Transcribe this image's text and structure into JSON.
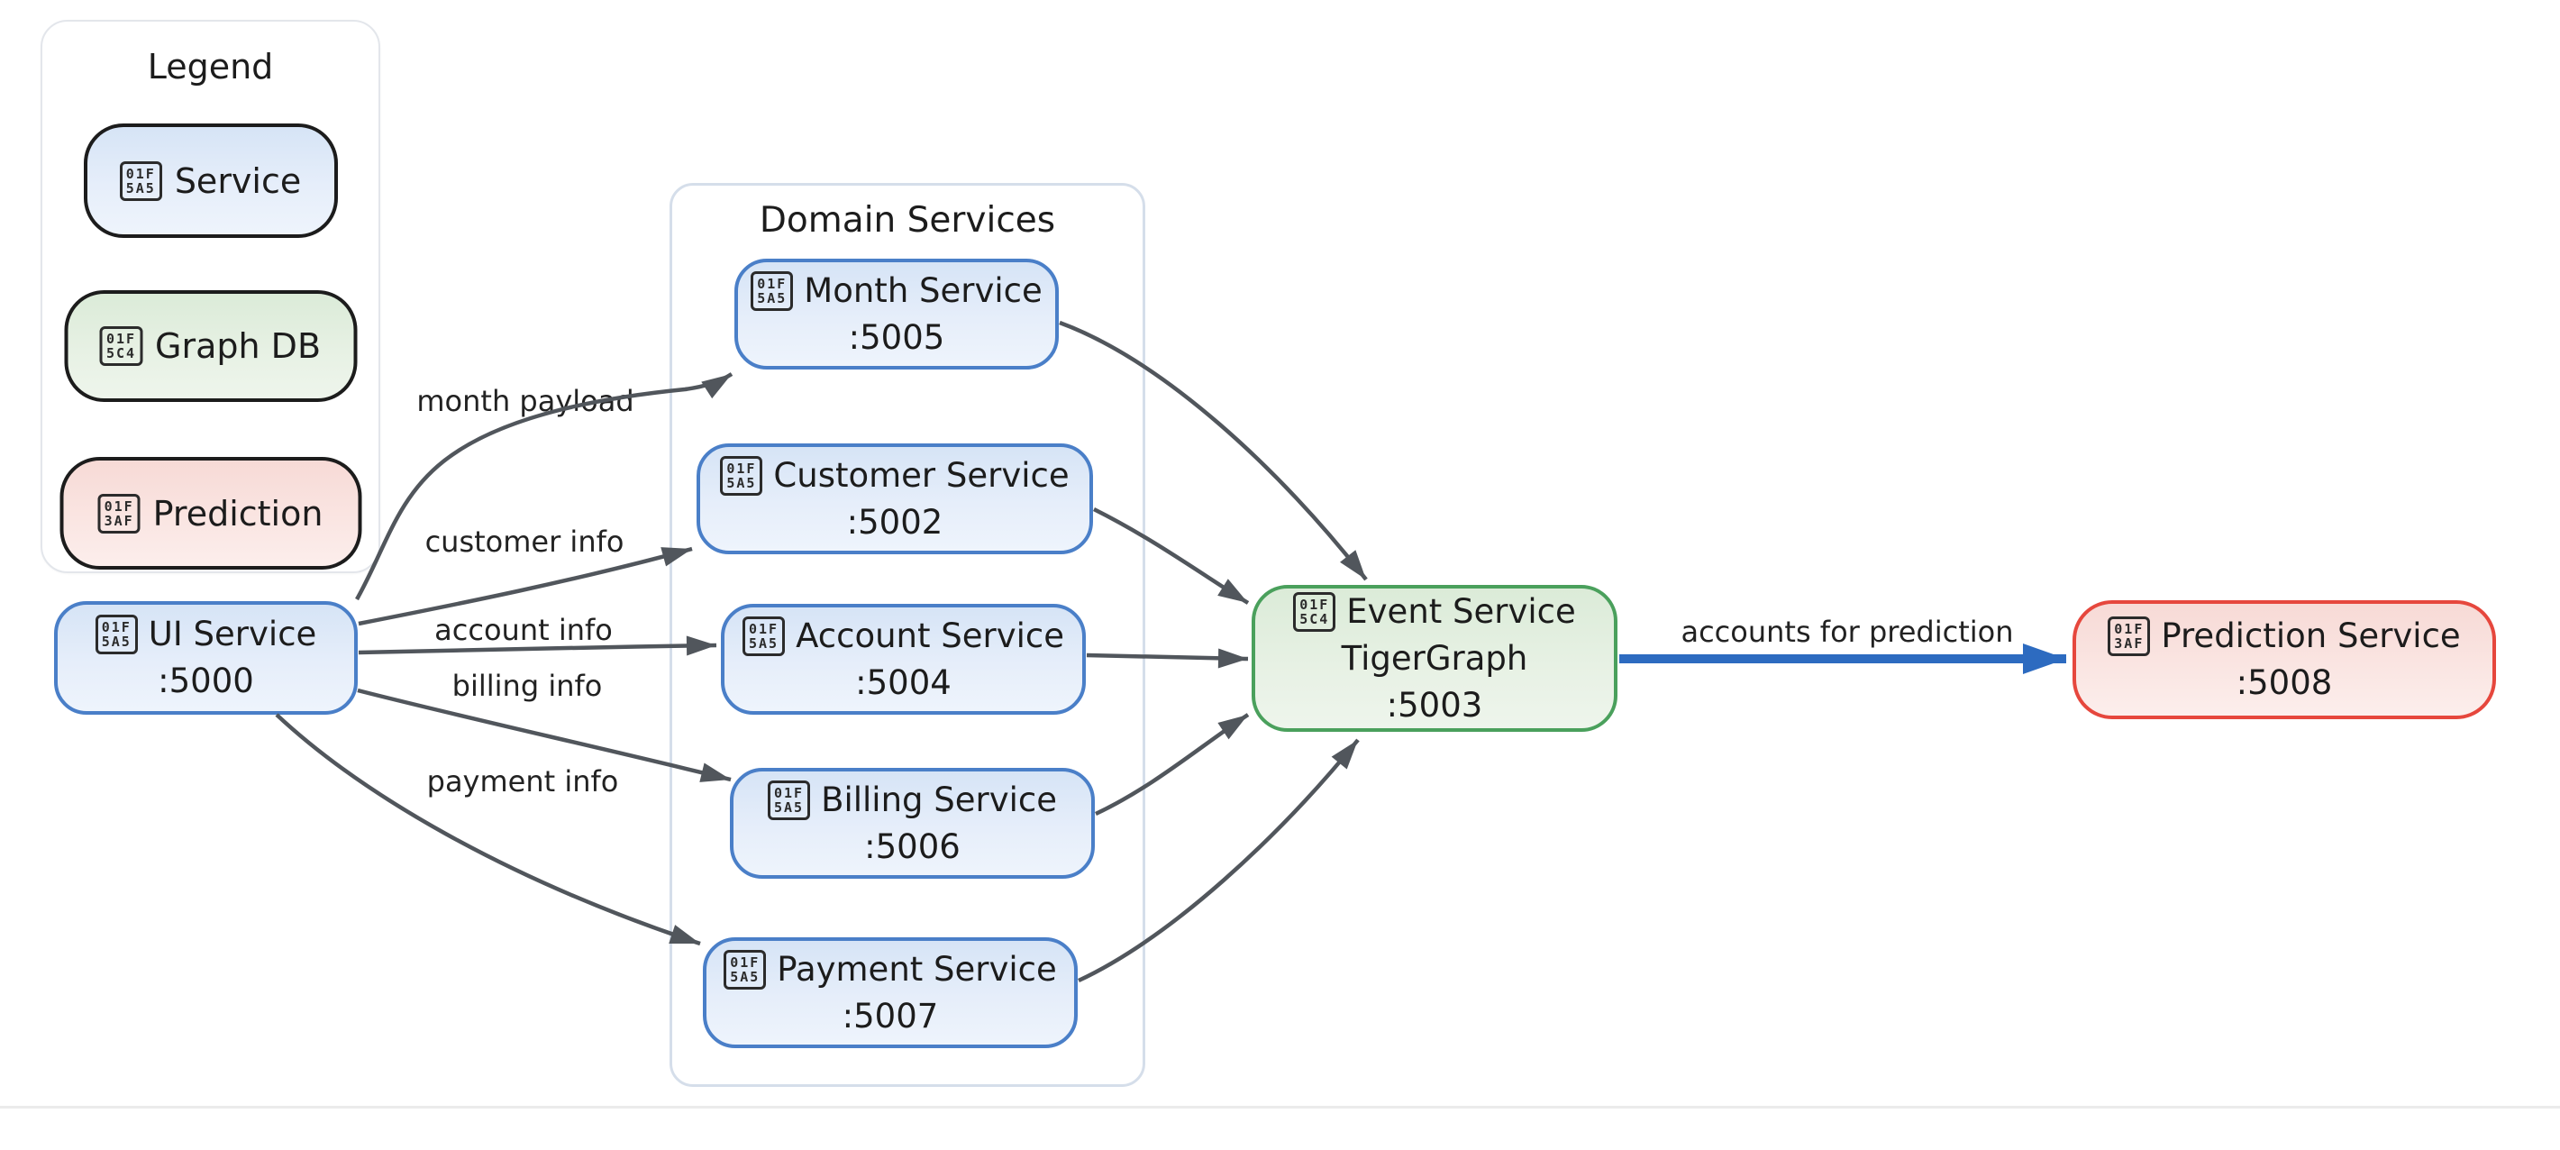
{
  "diagram": {
    "legend": {
      "title": "Legend",
      "items": [
        {
          "label": "Service",
          "icon": "desktop-computer-emoji-tofu",
          "tofu": [
            "01F",
            "5A5"
          ],
          "color": "#4a7fc8"
        },
        {
          "label": "Graph DB",
          "icon": "file-cabinet-emoji-tofu",
          "tofu": [
            "01F",
            "5C4"
          ],
          "color": "#4aa05c"
        },
        {
          "label": "Prediction",
          "icon": "target-emoji-tofu",
          "tofu": [
            "01F",
            "3AF"
          ],
          "color": "#e6473d"
        }
      ]
    },
    "cluster": {
      "title": "Domain Services"
    },
    "nodes": {
      "ui": {
        "name": "UI Service",
        "port": ":5000",
        "tofu": [
          "01F",
          "5A5"
        ]
      },
      "month": {
        "name": "Month Service",
        "port": ":5005",
        "tofu": [
          "01F",
          "5A5"
        ]
      },
      "customer": {
        "name": "Customer Service",
        "port": ":5002",
        "tofu": [
          "01F",
          "5A5"
        ]
      },
      "account": {
        "name": "Account Service",
        "port": ":5004",
        "tofu": [
          "01F",
          "5A5"
        ]
      },
      "billing": {
        "name": "Billing Service",
        "port": ":5006",
        "tofu": [
          "01F",
          "5A5"
        ]
      },
      "payment": {
        "name": "Payment Service",
        "port": ":5007",
        "tofu": [
          "01F",
          "5A5"
        ]
      },
      "event": {
        "name": "Event Service",
        "subtitle": "TigerGraph",
        "port": ":5003",
        "tofu": [
          "01F",
          "5C4"
        ]
      },
      "prediction": {
        "name": "Prediction Service",
        "port": ":5008",
        "tofu": [
          "01F",
          "3AF"
        ]
      }
    },
    "edge_labels": {
      "month_payload": "month payload",
      "customer_info": "customer info",
      "account_info": "account info",
      "billing_info": "billing info",
      "payment_info": "payment info",
      "accounts_for_prediction": "accounts for prediction"
    },
    "colors": {
      "service_border": "#4a7fc8",
      "service_fill": "#d6e4f6",
      "graphdb_border": "#4aa05c",
      "graphdb_fill": "#dbebd8",
      "prediction_border": "#e6473d",
      "prediction_fill": "#f7dad6",
      "edge_gray": "#51565c",
      "edge_accent_blue": "#2d6bc0"
    }
  }
}
